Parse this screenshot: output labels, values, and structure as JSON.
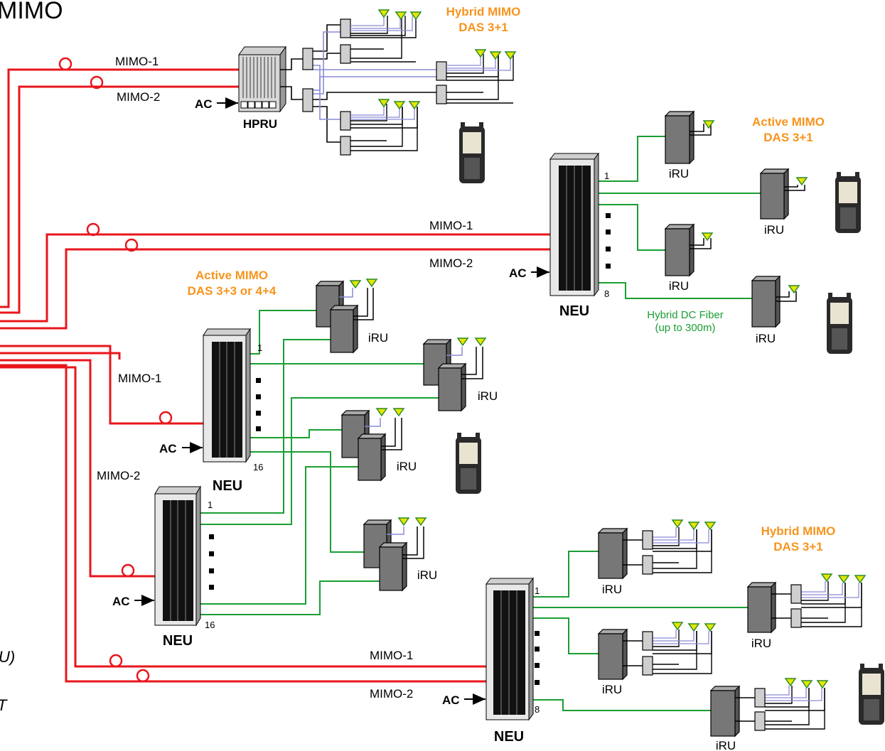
{
  "diagram": {
    "title_fragment": "MIMO",
    "left_fragments": [
      "U)",
      "T"
    ],
    "groups": [
      {
        "label_line1": "Hybrid MIMO",
        "label_line2": "DAS 3+1"
      },
      {
        "label_line1": "Active MIMO",
        "label_line2": "DAS 3+1"
      },
      {
        "label_line1": "Active MIMO",
        "label_line2": "DAS 3+3 or 4+4"
      },
      {
        "label_line1": "Hybrid MIMO",
        "label_line2": "DAS 3+1"
      }
    ],
    "hpru": {
      "label": "HPRU",
      "ac": "AC",
      "mimo1": "MIMO-1",
      "mimo2": "MIMO-2"
    },
    "neu_top_right": {
      "label": "NEU",
      "ac": "AC",
      "mimo1": "MIMO-1",
      "mimo2": "MIMO-2",
      "port_first": "1",
      "port_last": "8"
    },
    "neu_mid_upper": {
      "label": "NEU",
      "ac": "AC",
      "mimo1": "MIMO-1",
      "port_first": "1",
      "port_last": "16"
    },
    "neu_mid_lower": {
      "label": "NEU",
      "ac": "AC",
      "mimo2": "MIMO-2",
      "port_first": "1",
      "port_last": "16"
    },
    "neu_bottom": {
      "label": "NEU",
      "ac": "AC",
      "mimo1": "MIMO-1",
      "mimo2": "MIMO-2",
      "port_first": "1",
      "port_last": "8"
    },
    "iru_label": "iRU",
    "fiber_note_line1": "Hybrid DC Fiber",
    "fiber_note_line2": "(up to 300m)",
    "colors": {
      "feed": "#e8161b",
      "fiber": "#1a9e33",
      "coax_blue": "#8a8ad6",
      "accent": "#f7941d",
      "antenna": "#e6e600",
      "unit": "#777777"
    }
  }
}
